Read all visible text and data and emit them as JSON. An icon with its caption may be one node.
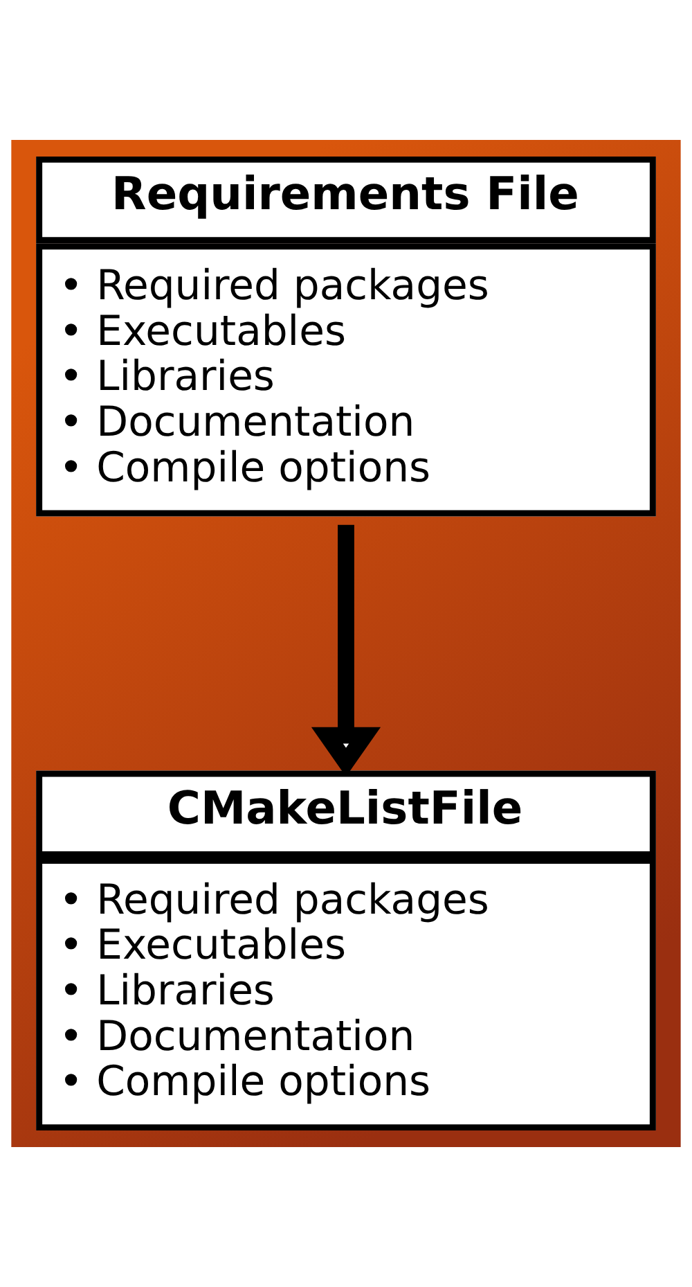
{
  "diagram": {
    "nodes": [
      {
        "text": [
          "Requirements File",
          "• Required packages",
          "• Executables",
          "• Libraries",
          "• Documentation",
          "• Compile options"
        ]
      },
      {
        "text": [
          "CMakeListFile",
          "• Required packages",
          "• Executables",
          "• Libraries",
          "• Documentation",
          "• Compile options"
        ]
      }
    ],
    "edges": [
      {
        "from": 0,
        "to": 1,
        "arrow": "to"
      }
    ]
  }
}
